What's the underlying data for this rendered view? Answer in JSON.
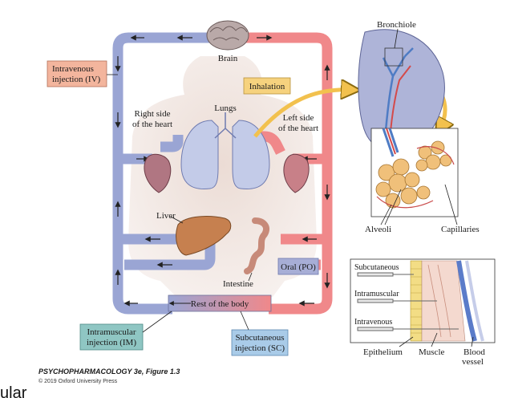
{
  "labels": {
    "brain": "Brain",
    "inhalation": "Inhalation",
    "lungs": "Lungs",
    "right_heart_1": "Right side",
    "right_heart_2": "of the heart",
    "left_heart_1": "Left side",
    "left_heart_2": "of the heart",
    "liver": "Liver",
    "intestine": "Intestine",
    "rest_of_body": "Rest of the body",
    "bronchiole": "Bronchiole",
    "alveoli": "Alveoli",
    "capillaries": "Capillaries",
    "subcutaneous": "Subcutaneous",
    "intramuscular": "Intramuscular",
    "intravenous": "Intravenous",
    "epithelium": "Epithelium",
    "muscle": "Muscle",
    "blood_vessel_1": "Blood",
    "blood_vessel_2": "vessel"
  },
  "boxes": {
    "iv_1": "Intravenous",
    "iv_2": "injection (IV)",
    "oral": "Oral (PO)",
    "im_1": "Intramuscular",
    "im_2": "injection (IM)",
    "sc_1": "Subcutaneous",
    "sc_2": "injection (SC)"
  },
  "caption": {
    "title": "PSYCHOPHARMACOLOGY 3e, Figure 1.3",
    "copyright": "© 2019 Oxford University Press"
  },
  "stray_text": "ular",
  "colors": {
    "venous": "#9aa5d4",
    "arterial": "#f0888a",
    "iv_box": "#f3b59d",
    "inhalation_box": "#f6d27e",
    "oral_box": "#a7aed6",
    "im_box": "#8fc6c3",
    "sc_box": "#a9cbe8"
  }
}
